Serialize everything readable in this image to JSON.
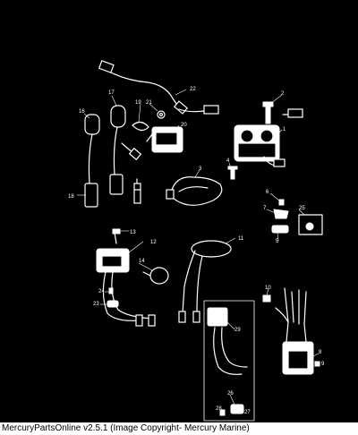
{
  "caption": "MercuryPartsOnline v2.5.1 (Image Copyright- Mercury Marine)",
  "colors": {
    "background": "#000000",
    "lines": "#ffffff",
    "footer_bg": "#ffffff",
    "footer_text": "#000000"
  },
  "callouts": {
    "c1": "1",
    "c2": "2",
    "c3": "3",
    "c4": "4",
    "c5": "5",
    "c6": "6",
    "c7": "7",
    "c8": "8",
    "c9": "9",
    "c10": "10",
    "c11": "11",
    "c12": "12",
    "c13": "13",
    "c14": "14",
    "c16": "16",
    "c17": "17",
    "c18": "18",
    "c19": "19",
    "c20": "20",
    "c21": "21",
    "c22": "22",
    "c23": "23",
    "c24": "24",
    "c25": "25",
    "c26": "26",
    "c27": "27",
    "c28": "28",
    "c29": "29"
  }
}
